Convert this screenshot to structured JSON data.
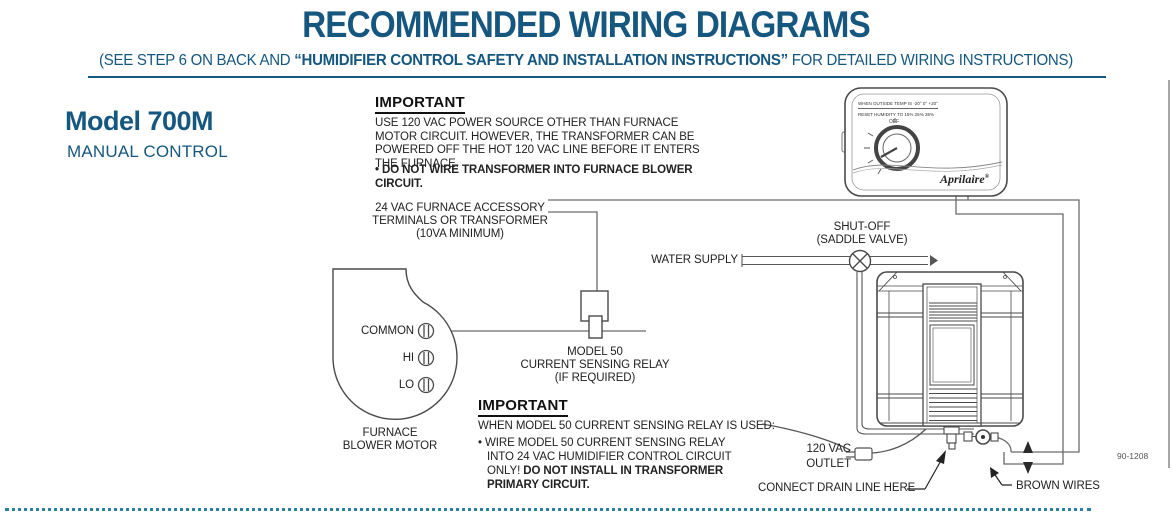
{
  "header": {
    "title": "RECOMMENDED WIRING DIAGRAMS",
    "sub_prefix": "(SEE STEP 6 ON BACK AND ",
    "sub_bold": "“HUMIDIFIER CONTROL SAFETY AND INSTALLATION INSTRUCTIONS”",
    "sub_suffix": " FOR DETAILED WIRING INSTRUCTIONS)"
  },
  "model": {
    "name": "Model 700M",
    "subtitle": "MANUAL CONTROL"
  },
  "imp_top": {
    "heading": "IMPORTANT",
    "body": "USE 120 VAC POWER SOURCE OTHER THAN FURNACE MOTOR CIRCUIT. HOWEVER, THE TRANSFORMER CAN BE POWERED OFF THE HOT 120 VAC LINE BEFORE IT ENTERS THE FURNACE.",
    "bullet": "• DO NOT WIRE TRANSFORMER INTO FURNACE BLOWER CIRCUIT."
  },
  "imp_bot": {
    "heading": "IMPORTANT",
    "intro": "WHEN MODEL 50 CURRENT SENSING RELAY IS USED:",
    "bullet_text": "• WIRE MODEL 50 CURRENT SENSING RELAY INTO 24 VAC HUMIDIFIER CONTROL CIRCUIT ONLY! ",
    "bullet_bold": "DO NOT INSTALL IN TRANSFORMER PRIMARY CIRCUIT."
  },
  "labels": {
    "transformer": [
      "24 VAC FURNACE ACCESSORY",
      "TERMINALS OR TRANSFORMER",
      "(10VA MINIMUM)"
    ],
    "shutoff": [
      "SHUT-OFF",
      "(SADDLE VALVE)"
    ],
    "water_supply": "WATER SUPPLY",
    "relay": [
      "MODEL 50",
      "CURRENT SENSING RELAY",
      "(IF REQUIRED)"
    ],
    "terminals": {
      "common": "COMMON",
      "hi": "HI",
      "lo": "LO"
    },
    "blower": [
      "FURNACE",
      "BLOWER MOTOR"
    ],
    "outlet": [
      "120 VAC",
      "OUTLET"
    ],
    "drain": "CONNECT DRAIN LINE HERE",
    "brown": "BROWN WIRES",
    "part_number": "90-1208"
  },
  "control": {
    "line1": "WHEN OUTSIDE TEMP IS  -20°  0°  +20°",
    "line2": "RESET HUMIDITY TO  15%  25%  35%",
    "off": "OFF",
    "brand": "Aprilaire",
    "brand_reg": "®"
  },
  "colors": {
    "brand_blue": "#15577F",
    "line_gray": "#6b6b6b",
    "dotted_teal": "#2E7FA0"
  }
}
